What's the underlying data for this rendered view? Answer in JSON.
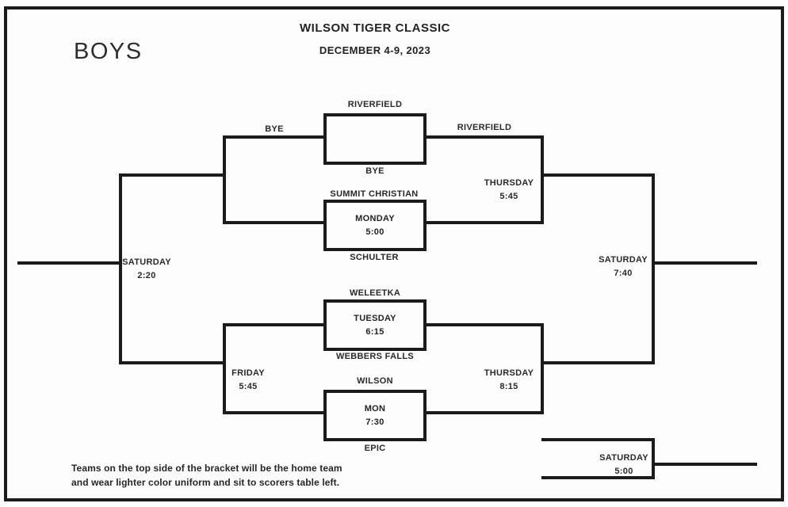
{
  "page": {
    "title": "WILSON TIGER CLASSIC",
    "date_range": "DECEMBER 4-9, 2023",
    "division": "BOYS"
  },
  "games": {
    "game1": {
      "top_team": "RIVERFIELD",
      "bottom_team": "BYE",
      "day": "",
      "time": ""
    },
    "game2": {
      "top_team": "SUMMIT CHRISTIAN",
      "bottom_team": "SCHULTER",
      "day": "MONDAY",
      "time": "5:00"
    },
    "game3": {
      "top_team": "WELEETKA",
      "bottom_team": "WEBBERS FALLS",
      "day": "TUESDAY",
      "time": "6:15"
    },
    "game4": {
      "top_team": "WILSON",
      "bottom_team": "EPIC",
      "day": "MON",
      "time": "7:30"
    }
  },
  "slots": {
    "opening_game": {
      "day": "SATURDAY",
      "time": "2:20"
    },
    "lower_feed_game": {
      "day": "FRIDAY",
      "time": "5:45"
    },
    "semifinal_top": {
      "day": "THURSDAY",
      "time": "5:45"
    },
    "semifinal_bottom": {
      "day": "THURSDAY",
      "time": "8:15"
    },
    "championship": {
      "day": "SATURDAY",
      "time": "7:40"
    },
    "consolation": {
      "day": "SATURDAY",
      "time": "5:00"
    }
  },
  "advancers": {
    "bye_line": "BYE",
    "semifinal_top_team": "RIVERFIELD"
  },
  "footer": {
    "line1": "Teams on the top side of the bracket will be the home team",
    "line2": "and wear lighter color uniform and sit to scorers table left."
  },
  "colors": {
    "line": "#1b1b1b",
    "text": "#2a2a2a",
    "background": "#fcfcfc"
  }
}
